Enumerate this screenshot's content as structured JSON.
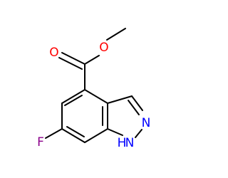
{
  "molecule": {
    "atoms": {
      "O_methoxy": "O",
      "O_carbonyl": "O",
      "F": "F",
      "N2": "N",
      "N1H": "H",
      "N1": "N"
    }
  },
  "colors": {
    "bond": "#000000",
    "oxygen": "#ff0000",
    "nitrogen": "#0000ff",
    "fluorine": "#8b008b",
    "hydrogen_on_n": "#0000ff"
  }
}
